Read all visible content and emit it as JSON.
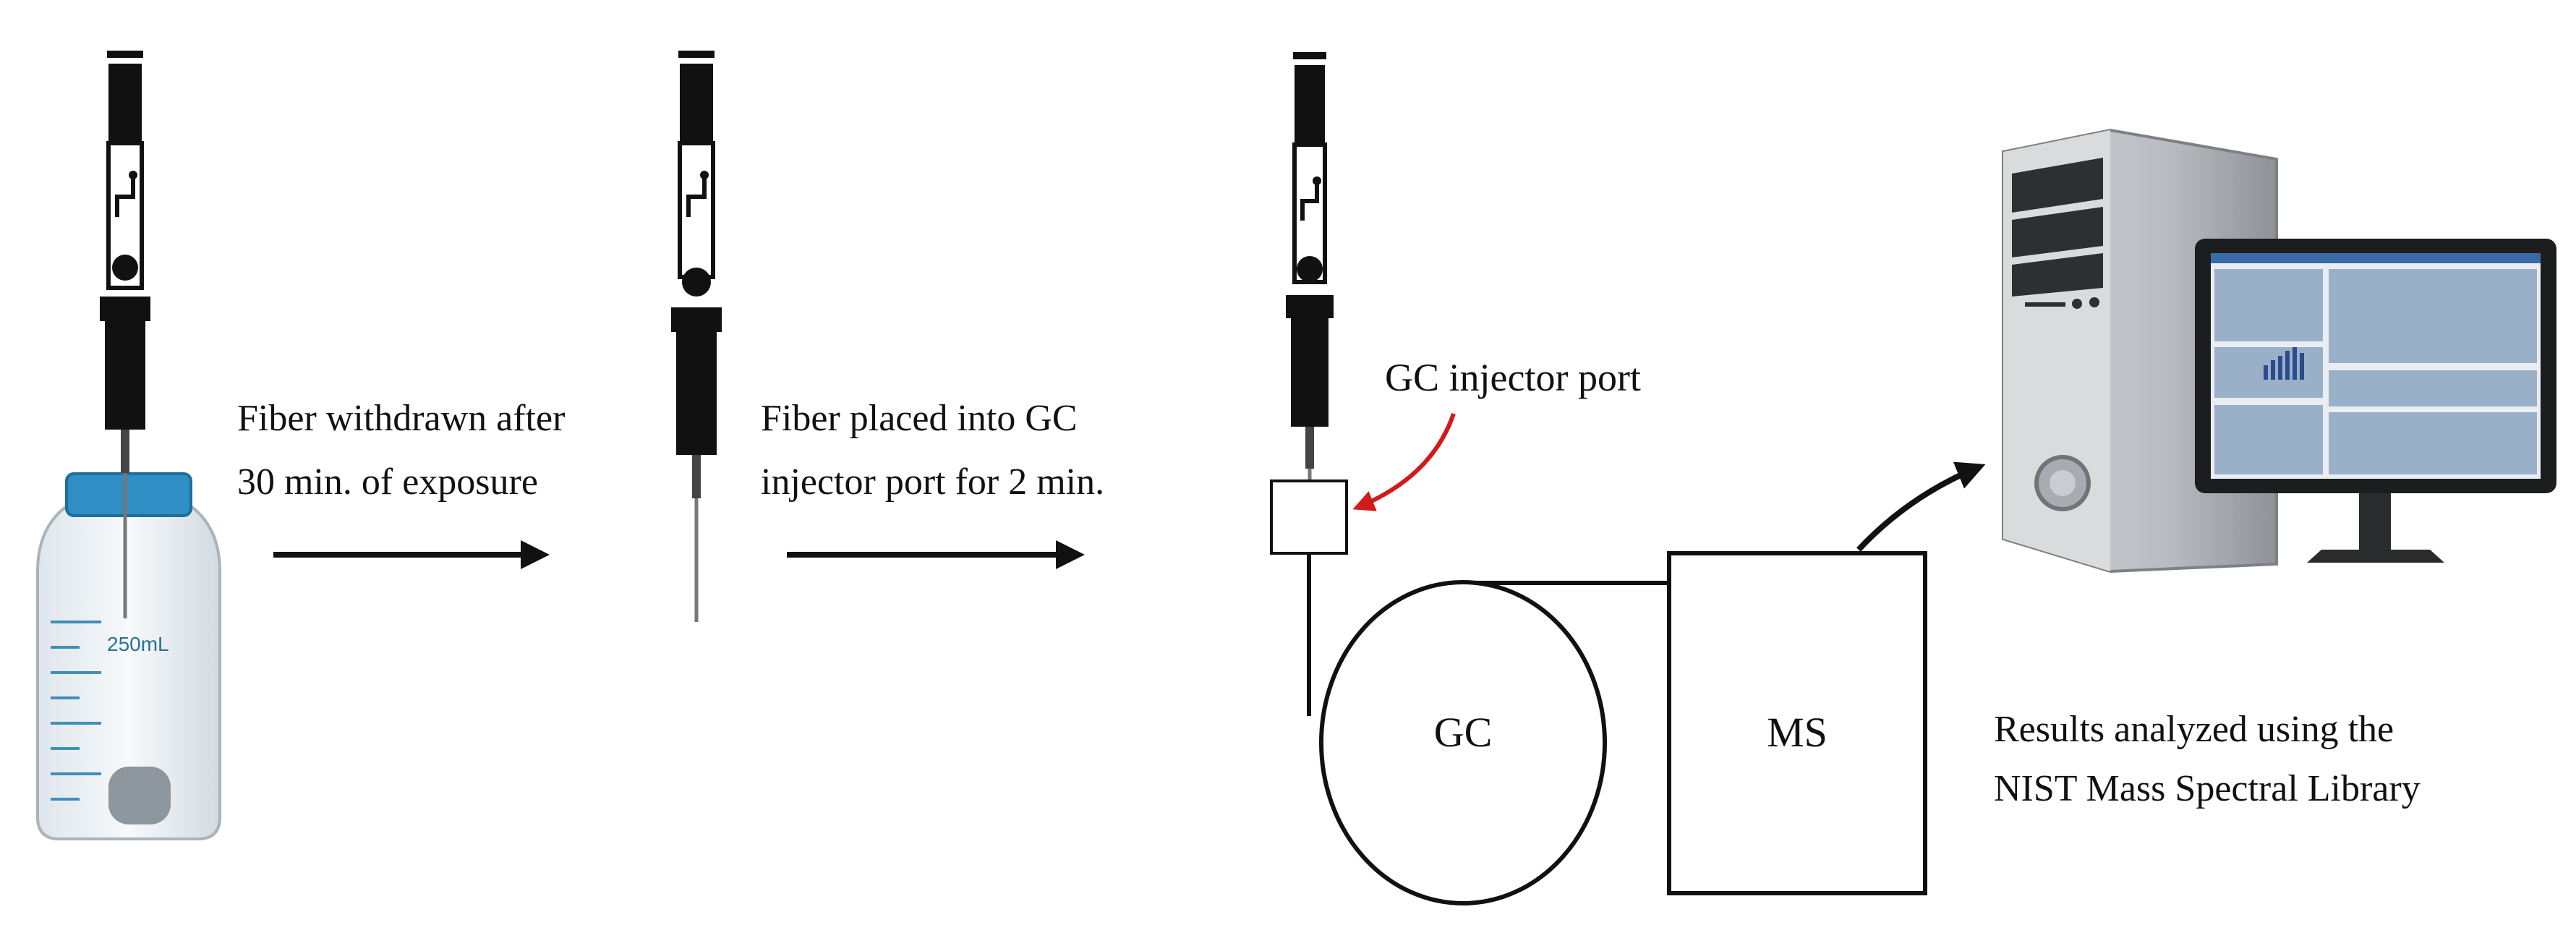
{
  "steps": {
    "step1_caption": [
      "Fiber withdrawn after",
      "30 min. of exposure"
    ],
    "step2_caption": [
      "Fiber placed into GC",
      "injector port for 2 min."
    ]
  },
  "bottle": {
    "volume_label": "250mL"
  },
  "instrument": {
    "injector_label": "GC injector port",
    "gc_label": "GC",
    "ms_label": "MS"
  },
  "results": {
    "caption": [
      "Results analyzed using the",
      "NIST Mass Spectral Library"
    ]
  },
  "colors": {
    "ink": "#111111",
    "accent_arrow": "#d11a1a",
    "bottle_cap": "#2f8fc4"
  }
}
